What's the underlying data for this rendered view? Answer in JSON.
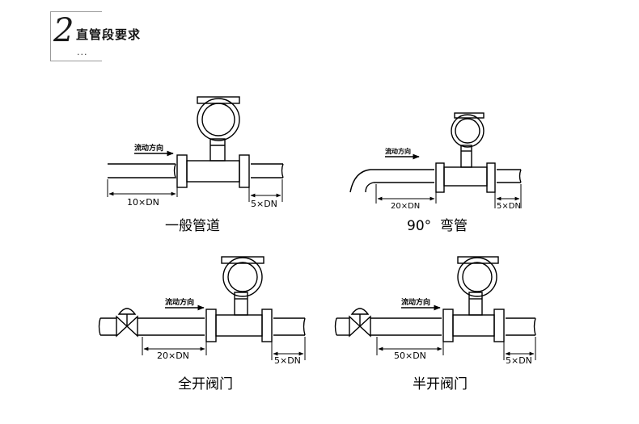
{
  "header": {
    "number": "2",
    "title": "直管段要求",
    "dots": "..."
  },
  "flow_label": "流动方向",
  "panels": [
    {
      "caption": "一般管道",
      "upstream_label": "10×DN",
      "downstream_label": "5×DN"
    },
    {
      "caption": "90°  弯管",
      "upstream_label": "20×DN",
      "downstream_label": "5×DN"
    },
    {
      "caption": "全开阀门",
      "upstream_label": "20×DN",
      "downstream_label": "5×DN"
    },
    {
      "caption": "半开阀门",
      "upstream_label": "50×DN",
      "downstream_label": "5×DN"
    }
  ]
}
